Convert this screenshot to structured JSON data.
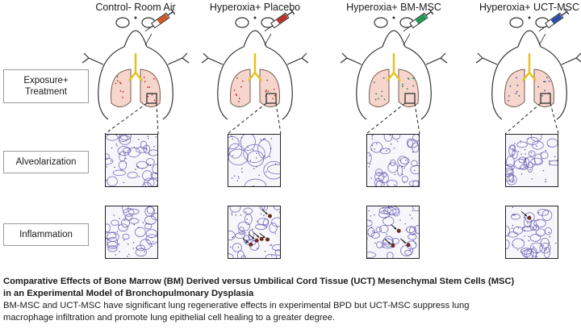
{
  "columns": [
    {
      "title": "Control- Room Air",
      "syringe_color": "#d2582a"
    },
    {
      "title": "Hyperoxia+ Placebo",
      "syringe_color": "#b8332b"
    },
    {
      "title": "Hyperoxia+ BM-MSC",
      "syringe_color": "#1f9a55"
    },
    {
      "title": "Hyperoxia+ UCT-MSC",
      "syringe_color": "#2b4fa8"
    }
  ],
  "rows": {
    "exposure_line1": "Exposure+",
    "exposure_line2": "Treatment",
    "alveolarization": "Alveolarization",
    "inflammation": "Inflammation"
  },
  "caption": {
    "title_line1": "Comparative Effects of Bone Marrow (BM) Derived versus Umbilical Cord Tissue (UCT) Mesenchymal Stem Cells (MSC)",
    "title_line2": "in an Experimental Model of Bronchopulmonary Dysplasia",
    "body_line1": "BM-MSC and UCT-MSC have significant lung regenerative effects in experimental BPD but UCT-MSC suppress lung",
    "body_line2": "macrophage infiltration and promote lung epithelial cell healing to a greater degree."
  },
  "colors": {
    "lung_fill": "#f6d6cc",
    "lung_outline": "#7a5a50",
    "trachea": "#e6c21a",
    "tissue": "#6b5fb5",
    "macrophage": "#6b2a1e"
  }
}
